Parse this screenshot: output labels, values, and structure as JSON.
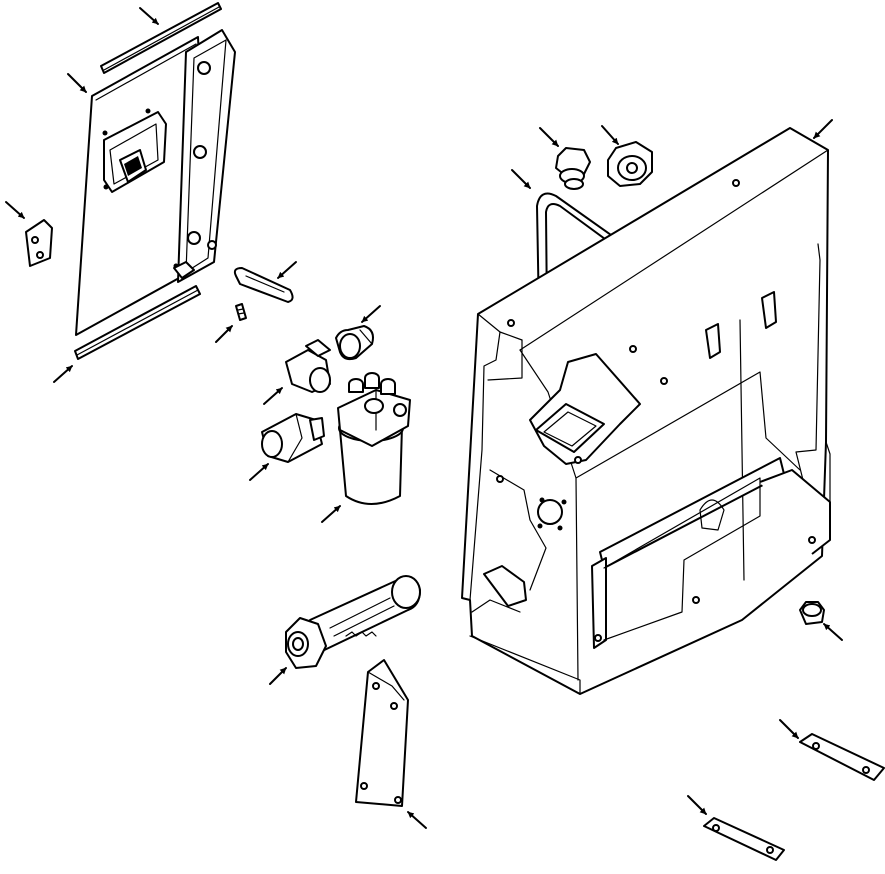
{
  "diagram": {
    "kind": "exploded parts view",
    "colors": {
      "line": "#000000",
      "background": "#ffffff"
    },
    "callout_icon": "arrow-icon",
    "parts": [
      "top-seal-strip",
      "cover-plate",
      "hinge-bracket",
      "small-latch-bracket",
      "slotted-link",
      "set-screw",
      "bottom-seal-strip",
      "straight-fitting",
      "elbow-fitting",
      "quick-connect-fitting",
      "hydraulic-filter",
      "suction-strainer",
      "mounting-plate",
      "breather-cap",
      "fill-plug",
      "tube-assembly",
      "hydraulic-tank",
      "drain-plug",
      "strap-right",
      "strap-bottom"
    ]
  }
}
